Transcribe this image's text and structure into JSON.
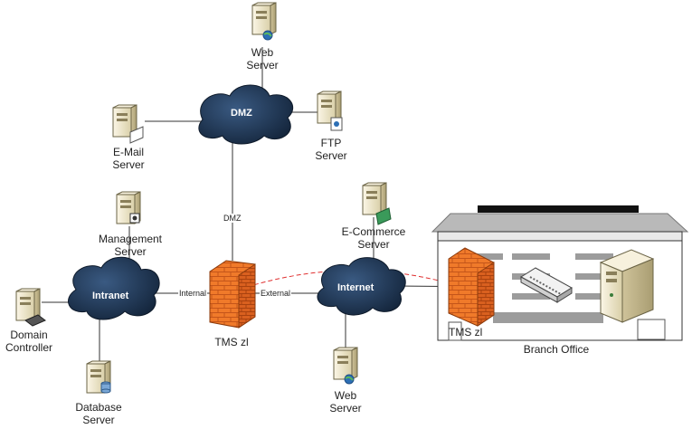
{
  "nodes": {
    "web_server_top": [
      "Web",
      "Server"
    ],
    "ftp_server": [
      "FTP",
      "Server"
    ],
    "email_server": [
      "E-Mail",
      "Server"
    ],
    "management_server": [
      "Management",
      "Server"
    ],
    "ecommerce_server": [
      "E-Commerce",
      "Server"
    ],
    "domain_controller": [
      "Domain",
      "Controller"
    ],
    "database_server": [
      "Database",
      "Server"
    ],
    "web_server_bottom": [
      "Web",
      "Server"
    ],
    "tms_main": "TMS zl",
    "tms_branch": "TMS zl",
    "branch_office": "Branch Office"
  },
  "clouds": {
    "dmz": "DMZ",
    "intranet": "Intranet",
    "internet": "Internet"
  },
  "links": {
    "dmz": "DMZ",
    "internal": "Internal",
    "external": "External"
  },
  "colors": {
    "cloud": "#1b2f4a",
    "firewall": "#f07a2a",
    "vpn_tunnel": "#e03030",
    "building_roof": "#111111",
    "server_body": "#efe6cc"
  }
}
